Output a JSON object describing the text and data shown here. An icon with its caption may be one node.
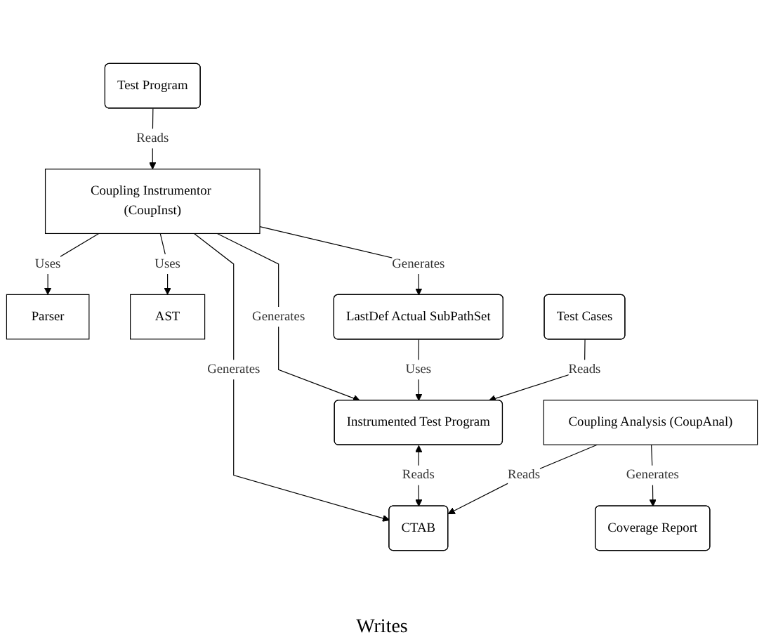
{
  "diagram": {
    "nodes": [
      {
        "text": [
          "Parser"
        ]
      },
      {
        "text": [
          "AST"
        ]
      },
      {
        "text": [
          "Test Program"
        ]
      },
      {
        "text": [
          "Coupling Instrumentor (CoupInst)"
        ]
      },
      {
        "text": [
          "LastDef Actual SubPathSet"
        ]
      },
      {
        "text": [
          "Instrumented Test Program"
        ]
      },
      {
        "text": [
          "CTAB"
        ]
      },
      {
        "text": [
          "Test Cases"
        ]
      },
      {
        "text": [
          "Coupling Analysis (CoupAnal)"
        ]
      },
      {
        "text": [
          "Coverage Report"
        ]
      }
    ],
    "edges": [
      {
        "from": 3,
        "to": 0,
        "arrow": "to",
        "label": "Uses"
      },
      {
        "from": 3,
        "to": 1,
        "arrow": "to",
        "label": "Uses"
      },
      {
        "from": 2,
        "to": 3,
        "arrow": "to",
        "label": "Reads"
      },
      {
        "from": 3,
        "to": 4,
        "arrow": "to",
        "label": "Generates"
      },
      {
        "from": 3,
        "to": 5,
        "arrow": "to",
        "label": "Generates"
      },
      {
        "from": 3,
        "to": 6,
        "arrow": "to",
        "label": "Generates"
      },
      {
        "from": 4,
        "to": 5,
        "arrow": "to",
        "label": "Uses"
      },
      {
        "from": 5,
        "to": 6,
        "arrow": "both",
        "label": "Reads"
      },
      {
        "from": 7,
        "to": 5,
        "arrow": "to",
        "label": "Reads"
      },
      {
        "from": 8,
        "to": 6,
        "arrow": "to",
        "label": "Reads"
      },
      {
        "from": 8,
        "to": 9,
        "arrow": "to",
        "label": "Generates"
      }
    ],
    "labels": [
      "Writes"
    ]
  }
}
